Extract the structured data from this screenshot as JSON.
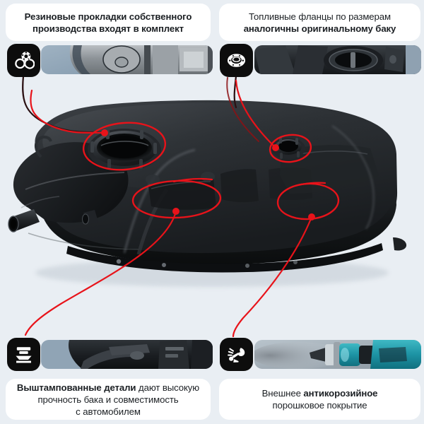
{
  "meta": {
    "background_color": "#e9eef3",
    "card_color": "#ffffff",
    "accent_color": "#e8131a",
    "icon_badge_color": "#0d0d0d",
    "text_color": "#1b1f23",
    "product": "fuel-tank"
  },
  "captions": {
    "top_left": {
      "line1": "Резиновые прокладки собственного",
      "line2": "производства входят в комплект",
      "line1_weight": "bold",
      "line2_weight": "bold"
    },
    "top_right": {
      "line1": "Топливные фланцы по размерам",
      "line2": "аналогичны оригинальному баку",
      "line1_weight": "regular",
      "line2_weight": "bold"
    },
    "bottom_left": {
      "line1_bold": "Выштампованные детали",
      "line1_rest": " дают высокую",
      "line2": "прочность бака и совместимость",
      "line3": "с автомобилем"
    },
    "bottom_right": {
      "line1_rest": "Внешнее ",
      "line1_bold": "антикорозийное",
      "line2": "порошковое покрытие"
    }
  },
  "icons": {
    "top_left": {
      "name": "rubber-gaskets-icon",
      "label": "Резиновые прокладки"
    },
    "top_right": {
      "name": "fuel-flange-icon",
      "label": "Топливный фланец"
    },
    "bottom_left": {
      "name": "stamping-press-icon",
      "label": "Штамповка"
    },
    "bottom_right": {
      "name": "spray-gun-icon",
      "label": "Порошковое покрытие"
    }
  },
  "thumbnails": {
    "top_left": {
      "name": "thumb-gasket-photo",
      "alt": "Прокладки крупным планом"
    },
    "top_right": {
      "name": "thumb-flange-photo",
      "alt": "Фланец бака крупным планом"
    },
    "bottom_left": {
      "name": "thumb-stamping-photo",
      "alt": "Выштампованные детали бака"
    },
    "bottom_right": {
      "name": "thumb-powder-coating-photo",
      "alt": "Напыление порошкового покрытия"
    }
  },
  "callouts": [
    {
      "name": "callout-filler-flange",
      "target": "большой фланец бака",
      "dot": [
        148,
        188
      ]
    },
    {
      "name": "callout-pump-flange",
      "target": "малый фланец бака",
      "dot": [
        390,
        209
      ]
    },
    {
      "name": "callout-stamped-left",
      "target": "выштампованная деталь слева",
      "dot": [
        249,
        299
      ]
    },
    {
      "name": "callout-coating-right",
      "target": "поверхность с покрытием",
      "dot": [
        441,
        307
      ]
    }
  ]
}
